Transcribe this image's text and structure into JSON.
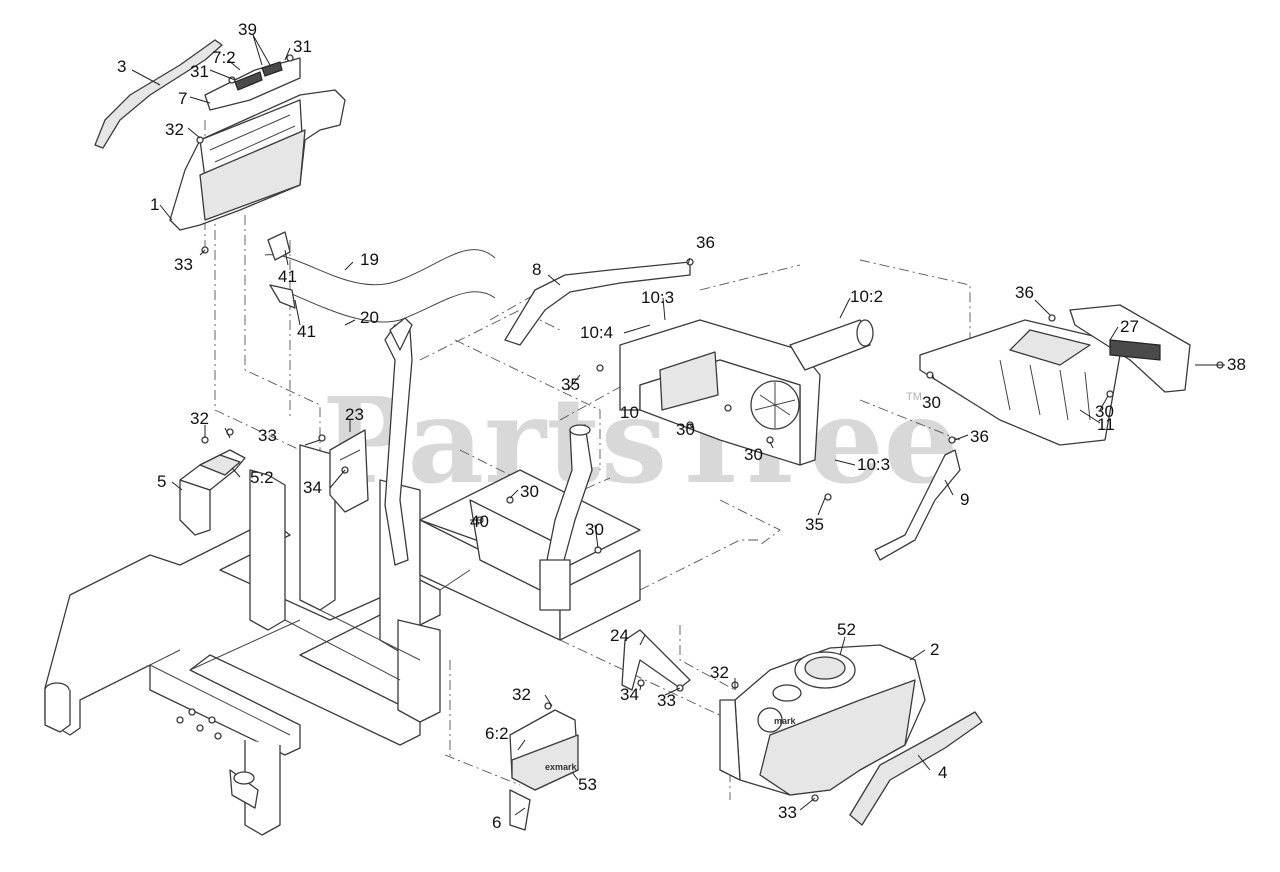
{
  "watermark": {
    "text": "PartsTree",
    "trademark": "TM"
  },
  "logos": {
    "brand_mark": "mark",
    "decal_label": "exmark"
  },
  "callouts": [
    {
      "id": "c1",
      "label": "1"
    },
    {
      "id": "c2",
      "label": "2"
    },
    {
      "id": "c3",
      "label": "3"
    },
    {
      "id": "c4",
      "label": "4"
    },
    {
      "id": "c5",
      "label": "5"
    },
    {
      "id": "c5_2",
      "label": "5:2"
    },
    {
      "id": "c6",
      "label": "6"
    },
    {
      "id": "c6_2",
      "label": "6:2"
    },
    {
      "id": "c7",
      "label": "7"
    },
    {
      "id": "c7_2",
      "label": "7:2"
    },
    {
      "id": "c8",
      "label": "8"
    },
    {
      "id": "c9",
      "label": "9"
    },
    {
      "id": "c10",
      "label": "10"
    },
    {
      "id": "c10_2",
      "label": "10:2"
    },
    {
      "id": "c10_3a",
      "label": "10:3"
    },
    {
      "id": "c10_3b",
      "label": "10:3"
    },
    {
      "id": "c10_4",
      "label": "10:4"
    },
    {
      "id": "c11",
      "label": "11"
    },
    {
      "id": "c19",
      "label": "19"
    },
    {
      "id": "c20",
      "label": "20"
    },
    {
      "id": "c23",
      "label": "23"
    },
    {
      "id": "c24",
      "label": "24"
    },
    {
      "id": "c27",
      "label": "27"
    },
    {
      "id": "c30a",
      "label": "30"
    },
    {
      "id": "c30b",
      "label": "30"
    },
    {
      "id": "c30c",
      "label": "30"
    },
    {
      "id": "c30d",
      "label": "30"
    },
    {
      "id": "c30e",
      "label": "30"
    },
    {
      "id": "c30f",
      "label": "30"
    },
    {
      "id": "c31a",
      "label": "31"
    },
    {
      "id": "c31b",
      "label": "31"
    },
    {
      "id": "c32a",
      "label": "32"
    },
    {
      "id": "c32b",
      "label": "32"
    },
    {
      "id": "c32c",
      "label": "32"
    },
    {
      "id": "c32d",
      "label": "32"
    },
    {
      "id": "c33a",
      "label": "33"
    },
    {
      "id": "c33b",
      "label": "33"
    },
    {
      "id": "c33c",
      "label": "33"
    },
    {
      "id": "c33d",
      "label": "33"
    },
    {
      "id": "c34a",
      "label": "34"
    },
    {
      "id": "c34b",
      "label": "34"
    },
    {
      "id": "c35a",
      "label": "35"
    },
    {
      "id": "c35b",
      "label": "35"
    },
    {
      "id": "c36a",
      "label": "36"
    },
    {
      "id": "c36b",
      "label": "36"
    },
    {
      "id": "c36c",
      "label": "36"
    },
    {
      "id": "c38",
      "label": "38"
    },
    {
      "id": "c39",
      "label": "39"
    },
    {
      "id": "c40",
      "label": "40"
    },
    {
      "id": "c41a",
      "label": "41"
    },
    {
      "id": "c41b",
      "label": "41"
    },
    {
      "id": "c52",
      "label": "52"
    },
    {
      "id": "c53",
      "label": "53"
    }
  ]
}
